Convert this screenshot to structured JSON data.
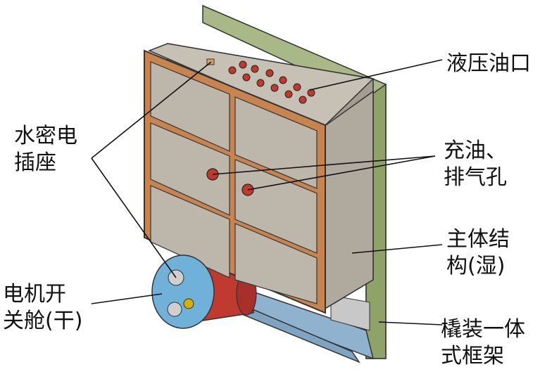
{
  "labels": {
    "hydraulic_port": "液压油口",
    "watertight_connector": [
      "水密电",
      "插座"
    ],
    "fill_vent_hole": [
      "充油、",
      "排气孔"
    ],
    "main_structure": [
      "主体结",
      "构(湿)"
    ],
    "motor_switch_cabin": [
      "电机开",
      "关舱(干)"
    ],
    "skid_frame": [
      "橇装一体",
      "式框架"
    ]
  },
  "colors": {
    "panel_face": "#bdb6ab",
    "panel_side": "#aaa398",
    "flange_brown": "#c8844e",
    "frame_green": "#9fb07a",
    "frame_blue": "#8fb3cf",
    "cylinder_red": "#c03a30",
    "cylinder_blue": "#6fb1d8",
    "port_red": "#c0392b"
  }
}
